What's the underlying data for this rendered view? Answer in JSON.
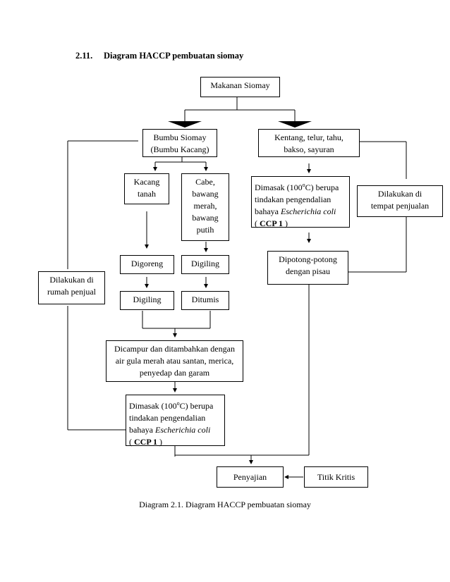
{
  "heading": {
    "number": "2.11.",
    "title": "Diagram HACCP pembuatan siomay"
  },
  "nodes": {
    "makanan": "Makanan Siomay",
    "bumbu": [
      "Bumbu Siomay",
      "(Bumbu Kacang)"
    ],
    "kentang": [
      "Kentang, telur, tahu,",
      "bakso, sayuran"
    ],
    "kacang": [
      "Kacang",
      "tanah"
    ],
    "cabe": [
      "Cabe,",
      "bawang",
      "merah,",
      "bawang",
      "putih"
    ],
    "dimasak_right": {
      "line1": "Dimasak (100",
      "deg": "o",
      "line1b": "C) berupa",
      "line2": "tindakan pengendalian",
      "line3a": "bahaya ",
      "line3b": "Escherichia coli",
      "line4a": "( ",
      "line4b": "CCP 1",
      "line4c": " )"
    },
    "dilakukan_tempat": [
      "Dilakukan di",
      "tempat penjualan"
    ],
    "digoreng": "Digoreng",
    "digiling_top": "Digiling",
    "dipotong": [
      "Dipotong-potong",
      "dengan pisau"
    ],
    "dilakukan_rumah": [
      "Dilakukan di",
      "rumah penjual"
    ],
    "digiling_bottom": "Digiling",
    "ditumis": "Ditumis",
    "dicampur": [
      "Dicampur dan ditambahkan dengan",
      "air gula merah atau santan, merica,",
      "penyedap dan garam"
    ],
    "dimasak_left": {
      "line1": "Dimasak (100",
      "deg": "o",
      "line1b": "C) berupa",
      "line2": "tindakan pengendalian",
      "line3a": "bahaya ",
      "line3b": "Escherichia coli",
      "line4a": "( ",
      "line4b": "CCP 1",
      "line4c": " )"
    },
    "penyajian": "Penyajian",
    "titik_kritis": "Titik Kritis"
  },
  "caption": "Diagram 2.1. Diagram HACCP pembuatan siomay"
}
